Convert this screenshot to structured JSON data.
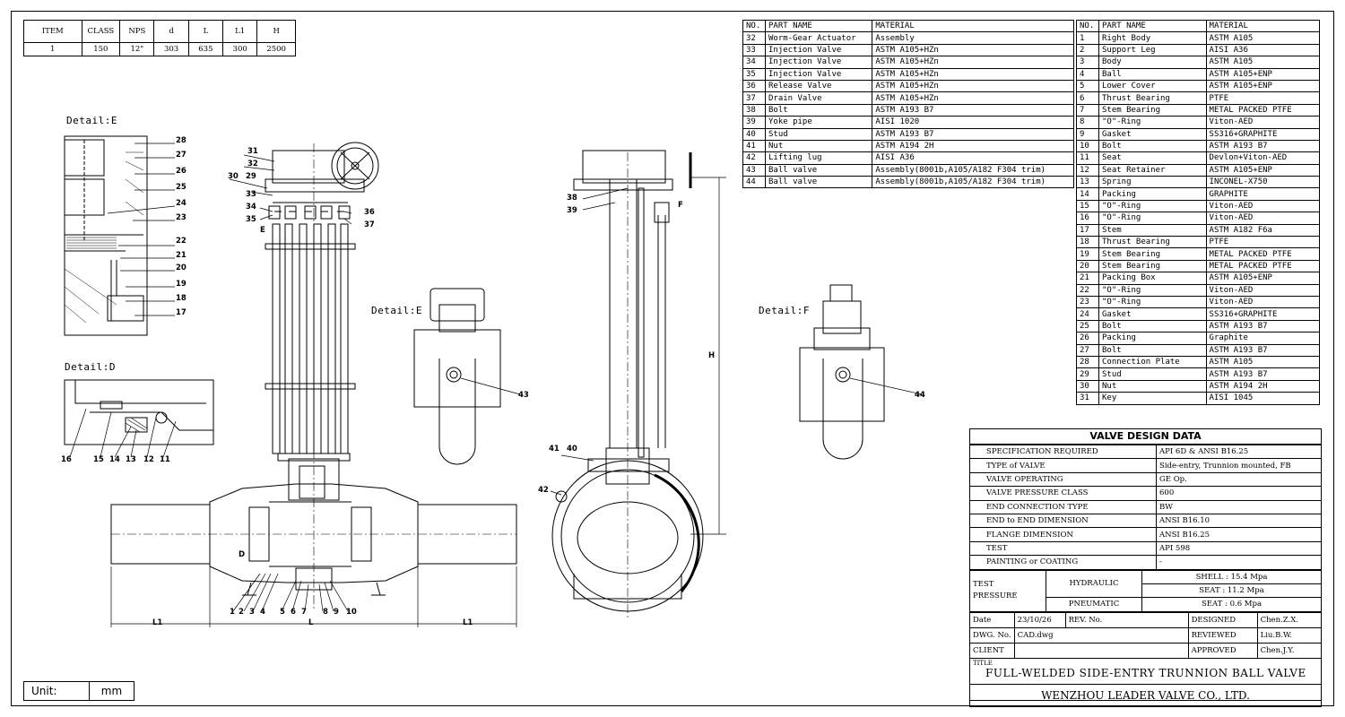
{
  "spec_table": {
    "headers": [
      "ITEM",
      "CLASS",
      "NPS",
      "d",
      "L",
      "L1",
      "H"
    ],
    "row": [
      "1",
      "150",
      "12\"",
      "303",
      "635",
      "300",
      "2500"
    ]
  },
  "parts_left": {
    "headers": [
      "NO.",
      "PART NAME",
      "MATERIAL"
    ],
    "rows": [
      [
        "32",
        "Worm-Gear Actuator",
        "Assembly"
      ],
      [
        "33",
        "Injection Valve",
        "ASTM A105+HZn"
      ],
      [
        "34",
        "Injection Valve",
        "ASTM A105+HZn"
      ],
      [
        "35",
        "Injection Valve",
        "ASTM A105+HZn"
      ],
      [
        "36",
        "Release Valve",
        "ASTM A105+HZn"
      ],
      [
        "37",
        "Drain Valve",
        "ASTM A105+HZn"
      ],
      [
        "38",
        "Bolt",
        "ASTM A193 B7"
      ],
      [
        "39",
        "Yoke pipe",
        "AISI 1020"
      ],
      [
        "40",
        "Stud",
        "ASTM A193 B7"
      ],
      [
        "41",
        "Nut",
        "ASTM A194 2H"
      ],
      [
        "42",
        "Lifting lug",
        "AISI A36"
      ],
      [
        "43",
        "Ball valve",
        "Assembly(8001b,A105/A182 F304 trim)"
      ],
      [
        "44",
        "Ball valve",
        "Assembly(8001b,A105/A182 F304 trim)"
      ]
    ]
  },
  "parts_right": {
    "headers": [
      "NO.",
      "PART NAME",
      "MATERIAL"
    ],
    "rows": [
      [
        "1",
        "Right Body",
        "ASTM A105"
      ],
      [
        "2",
        "Support Leg",
        "AISI A36"
      ],
      [
        "3",
        "Body",
        "ASTM A105"
      ],
      [
        "4",
        "Ball",
        "ASTM A105+ENP"
      ],
      [
        "5",
        "Lower Cover",
        "ASTM A105+ENP"
      ],
      [
        "6",
        "Thrust Bearing",
        "PTFE"
      ],
      [
        "7",
        "Stem Bearing",
        "METAL PACKED PTFE"
      ],
      [
        "8",
        "\"O\"-Ring",
        "Viton-AED"
      ],
      [
        "9",
        "Gasket",
        "SS316+GRAPHITE"
      ],
      [
        "10",
        "Bolt",
        "ASTM A193 B7"
      ],
      [
        "11",
        "Seat",
        "Devlon+Viton-AED"
      ],
      [
        "12",
        "Seat Retainer",
        "ASTM A105+ENP"
      ],
      [
        "13",
        "Spring",
        "INCONEL-X750"
      ],
      [
        "14",
        "Packing",
        "GRAPHITE"
      ],
      [
        "15",
        "\"O\"-Ring",
        "Viton-AED"
      ],
      [
        "16",
        "\"O\"-Ring",
        "Viton-AED"
      ],
      [
        "17",
        "Stem",
        "ASTM A182 F6a"
      ],
      [
        "18",
        "Thrust Bearing",
        "PTFE"
      ],
      [
        "19",
        "Stem Bearing",
        "METAL PACKED PTFE"
      ],
      [
        "20",
        "Stem Bearing",
        "METAL PACKED PTFE"
      ],
      [
        "21",
        "Packing Box",
        "ASTM A105+ENP"
      ],
      [
        "22",
        "\"O\"-Ring",
        "Viton-AED"
      ],
      [
        "23",
        "\"O\"-Ring",
        "Viton-AED"
      ],
      [
        "24",
        "Gasket",
        "SS316+GRAPHITE"
      ],
      [
        "25",
        "Bolt",
        "ASTM A193 B7"
      ],
      [
        "26",
        "Packing",
        "Graphite"
      ],
      [
        "27",
        "Bolt",
        "ASTM A193 B7"
      ],
      [
        "28",
        "Connection Plate",
        "ASTM A105"
      ],
      [
        "29",
        "Stud",
        "ASTM A193 B7"
      ],
      [
        "30",
        "Nut",
        "ASTM A194 2H"
      ],
      [
        "31",
        "Key",
        "AISI 1045"
      ]
    ]
  },
  "design": {
    "title": "VALVE DESIGN DATA",
    "rows": [
      [
        "SPECIFICATION REQUIRED",
        "API 6D & ANSI B16.25"
      ],
      [
        "TYPE of VALVE",
        "Side-entry, Trunnion mounted, FB"
      ],
      [
        "VALVE OPERATING",
        "GE Op."
      ],
      [
        "VALVE PRESSURE CLASS",
        "600"
      ],
      [
        "END CONNECTION TYPE",
        "BW"
      ],
      [
        "END to END DIMENSION",
        "ANSI B16.10"
      ],
      [
        "FLANGE DIMENSION",
        "ANSI B16.25"
      ],
      [
        "TEST",
        "API 598"
      ],
      [
        "PAINTING or COATING",
        "-"
      ]
    ],
    "test_pressure": "TEST\nPRESSURE",
    "test_label": "TEST",
    "pressure_label": "PRESSURE",
    "hydraulic": "HYDRAULIC",
    "pneumatic": "PNEUMATIC",
    "shell": "SHELL :    15.4   Mpa",
    "seat_h": "SEAT  :    11.2   Mpa",
    "seat_p": "SEAT  :    0.6    Mpa",
    "date_label": "Date",
    "date": "23/10/26",
    "rev": "REV. No.",
    "designed": "DESIGNED",
    "designed_by": "Chen.Z.X.",
    "dwg_label": "DWG. No.",
    "dwg": "CAD.dwg",
    "reviewed": "REVIEWED",
    "reviewed_by": "Liu.B.W.",
    "client": "CLIENT",
    "approved": "APPROVED",
    "approved_by": "Chen.J.Y.",
    "title_label": "TITLE",
    "drawing_title": "FULL-WELDED SIDE-ENTRY TRUNNION BALL  VALVE",
    "company": "WENZHOU LEADER VALVE CO., LTD."
  },
  "labels": {
    "detail_e_top": "Detail:E",
    "detail_d": "Detail:D",
    "detail_e_mid": "Detail:E",
    "detail_f": "Detail:F",
    "unit_label": "Unit:",
    "unit_value": "mm",
    "dim_l1_left": "L1",
    "dim_l": "L",
    "dim_l1_right": "L1",
    "dim_h": "H",
    "mark_e": "E",
    "mark_d": "D",
    "mark_f": "F"
  },
  "callouts": {
    "c28": "28",
    "c27": "27",
    "c26": "26",
    "c25": "25",
    "c24": "24",
    "c23": "23",
    "c22": "22",
    "c21": "21",
    "c20": "20",
    "c19": "19",
    "c18": "18",
    "c17": "17",
    "c16": "16",
    "c15": "15",
    "c14": "14",
    "c13": "13",
    "c12": "12",
    "c11": "11",
    "c31": "31",
    "c32": "32",
    "c30": "30",
    "c29": "29",
    "c33": "33",
    "c34": "34",
    "c35": "35",
    "c36": "36",
    "c37": "37",
    "c38": "38",
    "c39": "39",
    "c41": "41",
    "c40": "40",
    "c42": "42",
    "c43": "43",
    "c44": "44",
    "c1": "1",
    "c2": "2",
    "c3": "3",
    "c4": "4",
    "c5": "5",
    "c6": "6",
    "c7": "7",
    "c8": "8",
    "c9": "9",
    "c10": "10"
  }
}
